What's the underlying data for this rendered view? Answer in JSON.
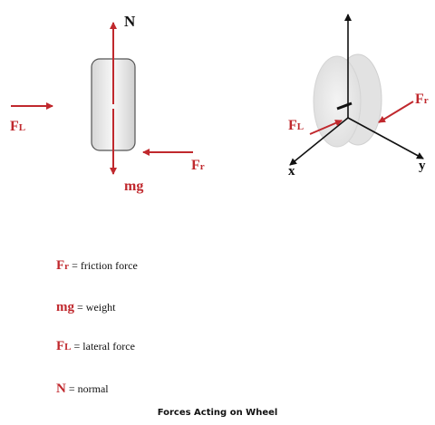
{
  "left_diagram": {
    "normal_symbol": "N",
    "weight_symbol": "mg",
    "lateral_symbol": "F",
    "lateral_sub": "L",
    "friction_symbol": "F",
    "friction_sub": "r"
  },
  "right_diagram": {
    "axis_x": "x",
    "axis_y": "y",
    "lateral_symbol": "F",
    "lateral_sub": "L",
    "friction_symbol": "F",
    "friction_sub": "r"
  },
  "legend": [
    {
      "symbol": "F",
      "sub": "r",
      "eq": "=",
      "desc": "friction force"
    },
    {
      "symbol": "mg",
      "sub": "",
      "eq": "=",
      "desc": "weight"
    },
    {
      "symbol": "F",
      "sub": "L",
      "eq": "=",
      "desc": "lateral force"
    },
    {
      "symbol": "N",
      "sub": "",
      "eq": "=",
      "desc": "normal"
    }
  ],
  "caption": "Forces Acting on Wheel",
  "colors": {
    "force": "#c0282d",
    "axis": "#111111",
    "wheel": "#e6e6e6"
  }
}
